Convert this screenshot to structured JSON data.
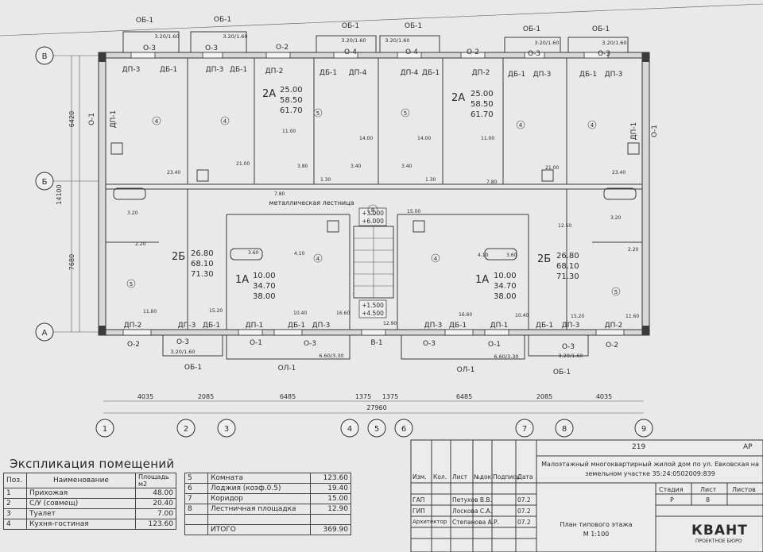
{
  "axes": {
    "letters": [
      "В",
      "Б",
      "А"
    ],
    "numbers": [
      "1",
      "2",
      "3",
      "4",
      "5",
      "6",
      "7",
      "8",
      "9"
    ],
    "vertical_dims": [
      "6420",
      "14100",
      "7680"
    ],
    "horizontal_dims": [
      "4035",
      "2085",
      "6485",
      "1375",
      "1375",
      "6485",
      "2085",
      "4035"
    ],
    "total_width": "27960"
  },
  "apartments": [
    {
      "type": "2А",
      "areas": [
        "25.00",
        "58.50",
        "61.70"
      ]
    },
    {
      "type": "2А",
      "areas": [
        "25.00",
        "58.50",
        "61.70"
      ]
    },
    {
      "type": "2Б",
      "areas": [
        "26.80",
        "68.10",
        "71.30"
      ]
    },
    {
      "type": "1А",
      "areas": [
        "10.00",
        "34.70",
        "38.00"
      ]
    },
    {
      "type": "1А",
      "areas": [
        "10.00",
        "34.70",
        "38.00"
      ]
    },
    {
      "type": "2Б",
      "areas": [
        "26.80",
        "68.10",
        "71.30"
      ]
    }
  ],
  "stair": {
    "label": "металлическая лестница",
    "levels_top": [
      "+3.000",
      "+6.000"
    ],
    "levels_bottom": [
      "+1.500",
      "+4.500"
    ]
  },
  "top_openings": [
    "ДП-3",
    "ДБ-1",
    "ДП-3",
    "ДБ-1",
    "ДП-2",
    "ДБ-1",
    "ДП-4",
    "ДП-4",
    "ДБ-1",
    "ДП-2",
    "ДБ-1",
    "ДП-3",
    "ДБ-1",
    "ДП-3"
  ],
  "bottom_openings": [
    "ДП-2",
    "ДП-3",
    "ДБ-1",
    "ДП-1",
    "ДБ-1",
    "ДП-3",
    "ДП-3",
    "ДБ-1",
    "ДП-1",
    "ДБ-1",
    "ДП-3",
    "ДП-2"
  ],
  "window_marks_top": [
    "ОБ-1",
    "ОБ-1",
    "ОБ-1",
    "ОБ-1",
    "ОБ-1",
    "ОБ-1",
    "О-3",
    "О-3",
    "О-2",
    "О-4",
    "О-4",
    "О-2",
    "О-3",
    "О-3"
  ],
  "window_marks_bottom": [
    "О-2",
    "О-3",
    "О-1",
    "О-3",
    "О-3",
    "О-1",
    "О-3",
    "О-2",
    "ОБ-1",
    "ОЛ-1",
    "В-1",
    "ОЛ-1",
    "ОБ-1"
  ],
  "loggia_sizes": [
    "3.20/1.60",
    "3.20/1.60",
    "3.20/1.60",
    "3.20/1.60",
    "3.20/1.60",
    "3.20/1.60",
    "3.20/1.60",
    "3.20/1.60",
    "6.60/3.30",
    "6.60/3.30"
  ],
  "side_marks": [
    "О-1",
    "ДП-1",
    "ДП-1",
    "О-1"
  ],
  "room_areas": [
    "11.00",
    "14.00",
    "14.00",
    "11.00",
    "21.00",
    "21.00",
    "23.40",
    "23.40",
    "3.80",
    "3.40",
    "3.40",
    "1.30",
    "1.30",
    "7.80",
    "7.80",
    "3.20",
    "3.20",
    "2.20",
    "2.20",
    "11.60",
    "11.60",
    "15.20",
    "15.20",
    "3.60",
    "3.60",
    "4.10",
    "4.10",
    "10.40",
    "10.40",
    "16.60",
    "16.60",
    "12.90",
    "15.00",
    "12.50"
  ],
  "explication": {
    "title": "Экспликация помещений",
    "headers": {
      "pos": "Поз.",
      "name": "Наименование",
      "area": "Площадь м2"
    },
    "rows_left": [
      {
        "pos": "1",
        "name": "Прихожая",
        "area": "48.00"
      },
      {
        "pos": "2",
        "name": "С/У (совмещ)",
        "area": "20.40"
      },
      {
        "pos": "3",
        "name": "Туалет",
        "area": "7.00"
      },
      {
        "pos": "4",
        "name": "Кухня-гостиная",
        "area": "123.60"
      }
    ],
    "rows_right": [
      {
        "pos": "5",
        "name": "Комната",
        "area": "123.60"
      },
      {
        "pos": "6",
        "name": "Лоджия (коэф.0.5)",
        "area": "19.40"
      },
      {
        "pos": "7",
        "name": "Коридор",
        "area": "15.00"
      },
      {
        "pos": "8",
        "name": "Лестничная площадка",
        "area": "12.90"
      },
      {
        "pos": "",
        "name": "",
        "area": ""
      },
      {
        "pos": "",
        "name": "ИТОГО",
        "area": "369.90"
      }
    ]
  },
  "stamp": {
    "code": "219",
    "section": "АР",
    "title": "Малоэтажный многоквартирный жилой дом по ул. Евковская на земельном участке 35:24:0502009:839",
    "col_headers": [
      "Изм.",
      "Кол.",
      "Лист",
      "№док",
      "Подпись",
      "Дата"
    ],
    "stage_headers": [
      "Стадия",
      "Лист",
      "Листов"
    ],
    "stage_values": [
      "Р",
      "8",
      ""
    ],
    "people": [
      {
        "role": "ГАП",
        "name": "Петухов В.В.",
        "date": "07.2"
      },
      {
        "role": "ГИП",
        "name": "Лоскова С.А.",
        "date": "07.2"
      },
      {
        "role": "Архитектор",
        "name": "Степанова А.Р.",
        "date": "07.2"
      }
    ],
    "sheet_name": "План типового этажа",
    "scale": "М 1:100",
    "company": "КВАНТ",
    "company_sub": "ПРОЕКТНОЕ БЮРО"
  }
}
